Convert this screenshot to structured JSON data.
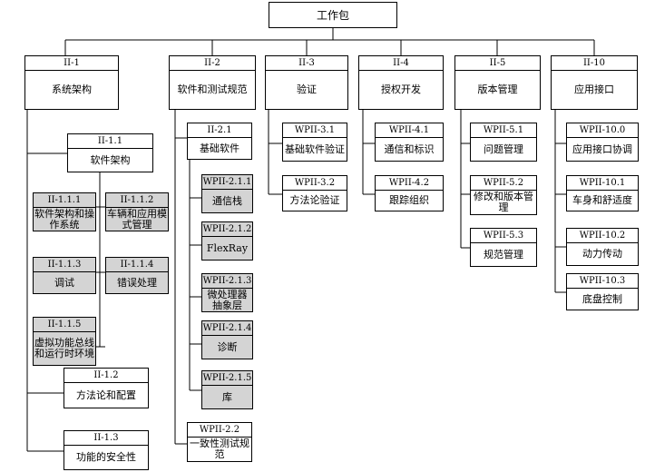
{
  "nodes": [
    {
      "id": "root",
      "code": "",
      "label": "工作包",
      "gray": false
    },
    {
      "id": "ii1",
      "code": "II-1",
      "label": "系统架构",
      "gray": false
    },
    {
      "id": "ii2",
      "code": "II-2",
      "label": "软件和测试规范",
      "gray": false
    },
    {
      "id": "ii3",
      "code": "II-3",
      "label": "验证",
      "gray": false
    },
    {
      "id": "ii4",
      "code": "II-4",
      "label": "授权开发",
      "gray": false
    },
    {
      "id": "ii5",
      "code": "II-5",
      "label": "版本管理",
      "gray": false
    },
    {
      "id": "ii10",
      "code": "II-10",
      "label": "应用接口",
      "gray": false
    },
    {
      "id": "ii11",
      "code": "II-1.1",
      "label": "软件架构",
      "gray": false
    },
    {
      "id": "ii111",
      "code": "II-1.1.1",
      "label": "软件架构和操作系统",
      "gray": true
    },
    {
      "id": "ii112",
      "code": "II-1.1.2",
      "label": "车辆和应用模式管理",
      "gray": true
    },
    {
      "id": "ii113",
      "code": "II-1.1.3",
      "label": "调试",
      "gray": true
    },
    {
      "id": "ii114",
      "code": "II-1.1.4",
      "label": "错误处理",
      "gray": true
    },
    {
      "id": "ii115",
      "code": "II-1.1.5",
      "label": "虚拟功能总线和运行时环境",
      "gray": true
    },
    {
      "id": "ii12",
      "code": "II-1.2",
      "label": "方法论和配置",
      "gray": false
    },
    {
      "id": "ii13",
      "code": "II-1.3",
      "label": "功能的安全性",
      "gray": false
    },
    {
      "id": "ii21",
      "code": "II-2.1",
      "label": "基础软件",
      "gray": false
    },
    {
      "id": "w211",
      "code": "WPII-2.1.1",
      "label": "通信栈",
      "gray": true
    },
    {
      "id": "w212",
      "code": "WPII-2.1.2",
      "label": "FlexRay",
      "gray": true
    },
    {
      "id": "w213",
      "code": "WPII-2.1.3",
      "label": "微处理器抽象层",
      "gray": true
    },
    {
      "id": "w214",
      "code": "WPII-2.1.4",
      "label": "诊断",
      "gray": true
    },
    {
      "id": "w215",
      "code": "WPII-2.1.5",
      "label": "库",
      "gray": true
    },
    {
      "id": "w22",
      "code": "WPII-2.2",
      "label": "一致性测试规范",
      "gray": false
    },
    {
      "id": "w31",
      "code": "WPII-3.1",
      "label": "基础软件验证",
      "gray": false
    },
    {
      "id": "w32",
      "code": "WPII-3.2",
      "label": "方法论验证",
      "gray": false
    },
    {
      "id": "w41",
      "code": "WPII-4.1",
      "label": "通信和标识",
      "gray": false
    },
    {
      "id": "w42",
      "code": "WPII-4.2",
      "label": "跟踪组织",
      "gray": false
    },
    {
      "id": "w51",
      "code": "WPII-5.1",
      "label": "问题管理",
      "gray": false
    },
    {
      "id": "w52",
      "code": "WPII-5.2",
      "label": "修改和版本管理",
      "gray": false
    },
    {
      "id": "w53",
      "code": "WPII-5.3",
      "label": "规范管理",
      "gray": false
    },
    {
      "id": "w100",
      "code": "WPII-10.0",
      "label": "应用接口协调",
      "gray": false
    },
    {
      "id": "w101",
      "code": "WPII-10.1",
      "label": "车身和舒适度",
      "gray": false
    },
    {
      "id": "w102",
      "code": "WPII-10.2",
      "label": "动力传动",
      "gray": false
    },
    {
      "id": "w103",
      "code": "WPII-10.3",
      "label": "底盘控制",
      "gray": false
    }
  ]
}
